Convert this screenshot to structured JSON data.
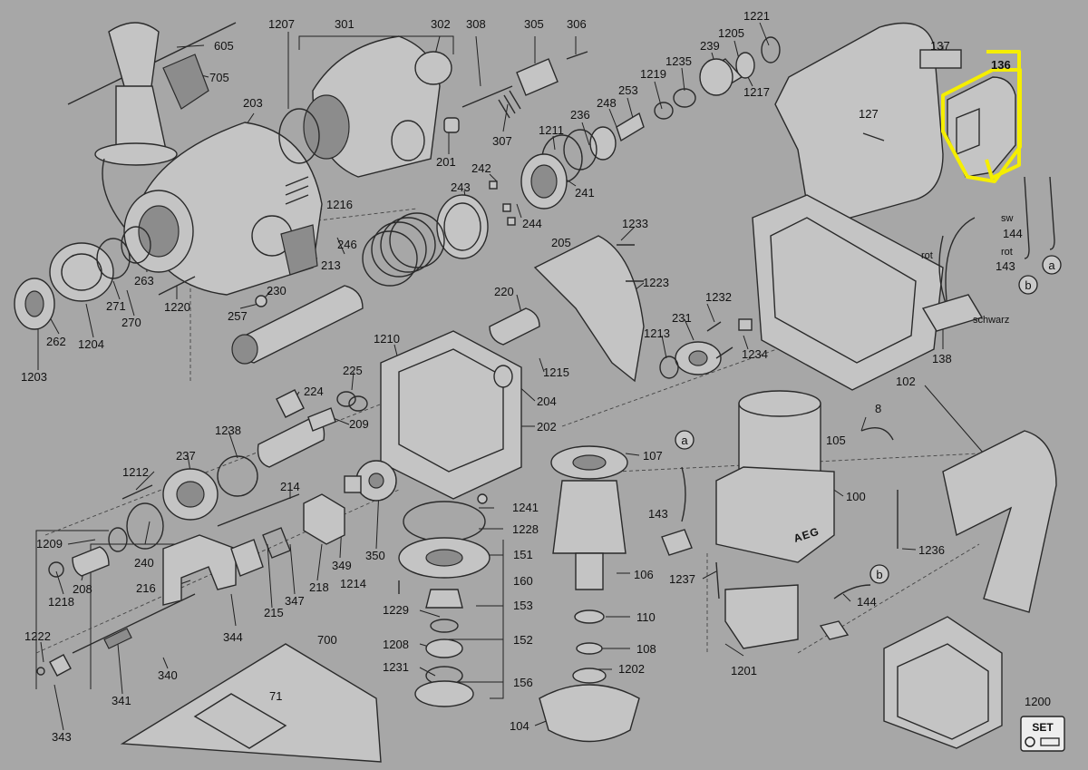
{
  "diagram": {
    "highlighted_part": "136",
    "highlight_color": "#f5ee00",
    "background_color": "#a7a7a7",
    "part_numbers": {
      "p605": "605",
      "p705": "705",
      "p203": "203",
      "p1207": "1207",
      "p301": "301",
      "p302": "302",
      "p308": "308",
      "p305": "305",
      "p306": "306",
      "p307": "307",
      "p201": "201",
      "p1221": "1221",
      "p1205": "1205",
      "p239": "239",
      "p1235": "1235",
      "p1219": "1219",
      "p253": "253",
      "p1217": "1217",
      "p248": "248",
      "p236": "236",
      "p1211": "1211",
      "p241": "241",
      "p242": "242",
      "p243": "243",
      "p244": "244",
      "p1216": "1216",
      "p246": "246",
      "p213": "213",
      "p263": "263",
      "p271": "271",
      "p270": "270",
      "p262": "262",
      "p1204": "1204",
      "p1203": "1203",
      "p1220": "1220",
      "p230": "230",
      "p257": "257",
      "p137": "137",
      "p136": "136",
      "p127": "127",
      "p144a": "144",
      "p143a": "143",
      "p138": "138",
      "p1233": "1233",
      "p205": "205",
      "p1223": "1223",
      "p220": "220",
      "p1232": "1232",
      "p231": "231",
      "p1213": "1213",
      "p1234": "1234",
      "p1215": "1215",
      "p1210": "1210",
      "p225": "225",
      "p224": "224",
      "p209": "209",
      "p204": "204",
      "p202": "202",
      "p1238": "1238",
      "p237": "237",
      "p1212": "1212",
      "p214": "214",
      "p1209": "1209",
      "p240": "240",
      "p208": "208",
      "p1218": "1218",
      "p216": "216",
      "p218": "218",
      "p347": "347",
      "p215": "215",
      "p349": "349",
      "p350": "350",
      "p344": "344",
      "p1222": "1222",
      "p340": "340",
      "p341": "341",
      "p343": "343",
      "p700": "700",
      "p71": "71",
      "p1241": "1241",
      "p1228": "1228",
      "p151": "151",
      "p160": "160",
      "p1214": "1214",
      "p153": "153",
      "p1229": "1229",
      "p152": "152",
      "p1208": "1208",
      "p1231": "1231",
      "p156": "156",
      "p104": "104",
      "p107": "107",
      "p106": "106",
      "p110": "110",
      "p108": "108",
      "p1202": "1202",
      "p102": "102",
      "p8": "8",
      "p105": "105",
      "p100": "100",
      "p143b": "143",
      "p1237": "1237",
      "p1236": "1236",
      "p144b": "144",
      "p1201": "1201",
      "p1200": "1200"
    },
    "wire_labels": {
      "rot_left": "rot",
      "rot_right": "rot",
      "sw": "sw",
      "schwarz": "schwarz"
    },
    "connector_labels": {
      "a1": "a",
      "b1": "b",
      "a2": "a",
      "b2": "b"
    },
    "brand_mark": "AEG",
    "set_badge": "SET"
  }
}
